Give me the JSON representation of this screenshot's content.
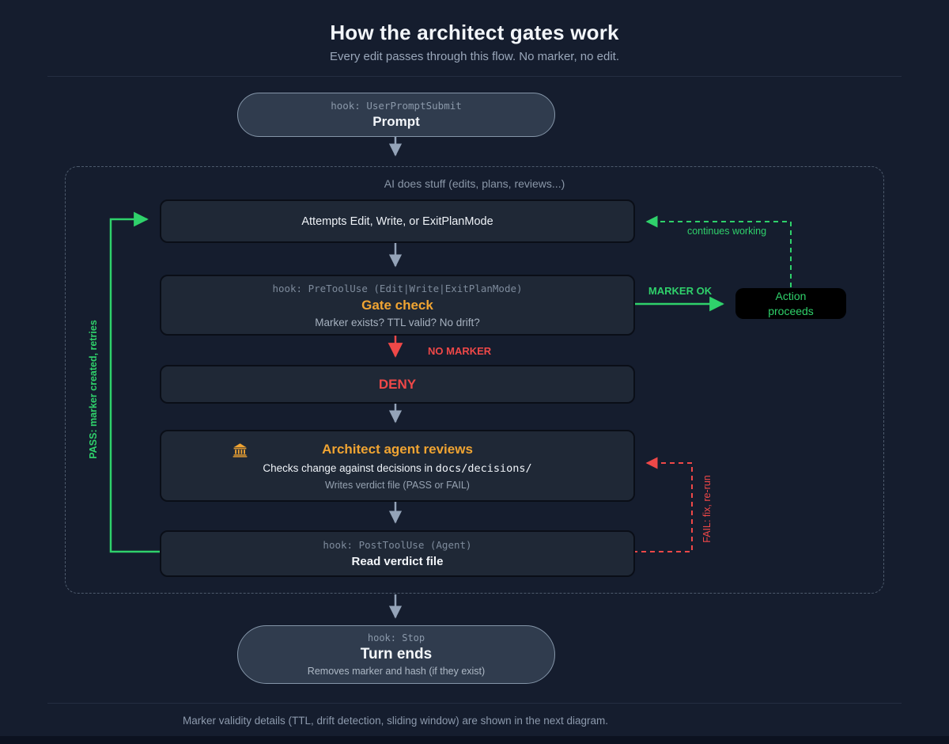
{
  "page": {
    "title": "How the architect gates work",
    "subtitle": "Every edit passes through this flow. No marker, no edit.",
    "footer": "Marker validity details (TTL, drift detection, sliding window) are shown in the next diagram."
  },
  "flow": {
    "prompt": {
      "hook": "hook: UserPromptSubmit",
      "label": "Prompt"
    },
    "loop_label": "AI does stuff (edits, plans, reviews...)",
    "attempts": {
      "label": "Attempts Edit, Write, or ExitPlanMode"
    },
    "gate_check": {
      "hook": "hook: PreToolUse (Edit|Write|ExitPlanMode)",
      "label": "Gate check",
      "question": "Marker exists? TTL valid? No drift?"
    },
    "action_proceeds": {
      "label": "Action proceeds"
    },
    "deny": {
      "label": "DENY"
    },
    "architect": {
      "icon": "bank-icon",
      "label": "Architect agent reviews",
      "detail_prefix": "Checks change against decisions in ",
      "detail_code": "docs/decisions/",
      "verdict": "Writes verdict file (PASS or FAIL)"
    },
    "read_verdict": {
      "hook": "hook: PostToolUse (Agent)",
      "label": "Read verdict file"
    },
    "turn_ends": {
      "hook": "hook: Stop",
      "label": "Turn ends",
      "sub": "Removes marker and hash (if they exist)"
    }
  },
  "edges": {
    "marker_ok": "MARKER OK",
    "no_marker": "NO MARKER",
    "continues_working": "continues working",
    "fail_rerun": "FAIL: fix, re-run",
    "pass_retries": "PASS: marker created, retries"
  },
  "colors": {
    "green": "#2fd16b",
    "red": "#ef4848",
    "orange": "#f0a432",
    "arrow_gray": "#94a3b8"
  }
}
